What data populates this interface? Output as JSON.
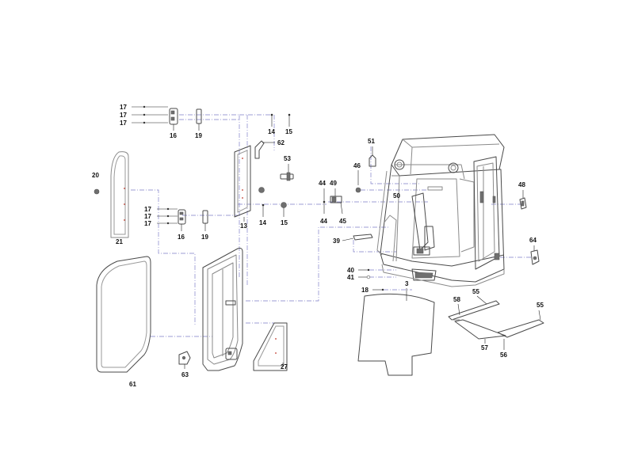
{
  "diagram": {
    "labels": {
      "p17a": "17",
      "p17b": "17",
      "p17c": "17",
      "p16a": "16",
      "p19a": "19",
      "p14a": "14",
      "p15a": "15",
      "p62": "62",
      "p53": "53",
      "p13": "13",
      "p14b": "14",
      "p15b": "15",
      "p20": "20",
      "p21": "21",
      "p17d": "17",
      "p17e": "17",
      "p17f": "17",
      "p16b": "16",
      "p19b": "19",
      "p61": "61",
      "p63": "63",
      "p27": "27",
      "p44a": "44",
      "p49": "49",
      "p44b": "44",
      "p45": "45",
      "p46": "46",
      "p51": "51",
      "p50": "50",
      "p48": "48",
      "p39": "39",
      "p40": "40",
      "p41": "41",
      "p18": "18",
      "p3": "3",
      "p64": "64",
      "p58": "58",
      "p55a": "55",
      "p55b": "55",
      "p57": "57",
      "p56": "56"
    },
    "colors": {
      "line": "#8a8a8a",
      "assembly_line": "#7f7fc8",
      "label": "#111111",
      "marker": "#c0392b"
    }
  }
}
